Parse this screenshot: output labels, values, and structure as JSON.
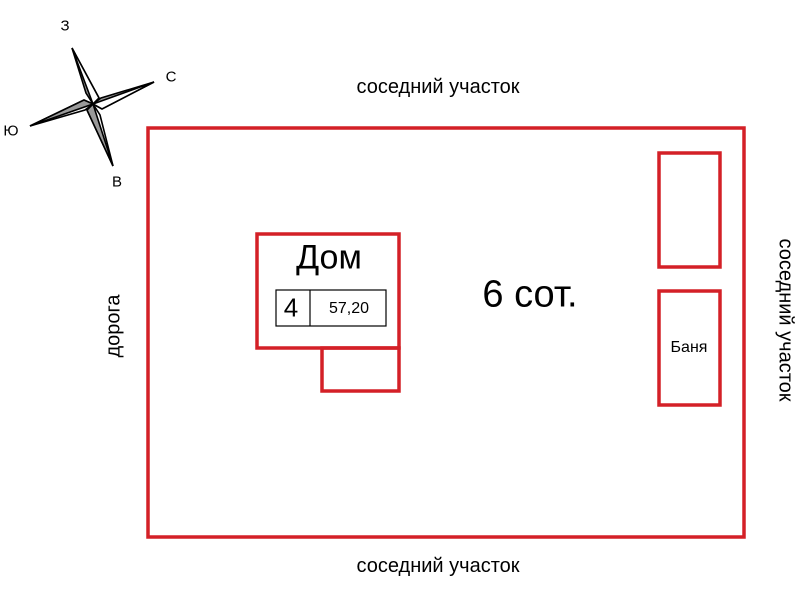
{
  "labels": {
    "neighbor_top": "соседний участок",
    "neighbor_bottom": "соседний участок",
    "neighbor_right": "соседний участок",
    "road": "дорога",
    "area": "6 сот."
  },
  "house": {
    "title": "Дом",
    "rooms": "4",
    "area": "57,20"
  },
  "banya": {
    "label": "Баня"
  },
  "compass": {
    "north": "З",
    "east": "С",
    "south": "Ю",
    "west": "В"
  },
  "colors": {
    "outline": "#d42027",
    "compass_fill": "#9a9a9a"
  }
}
